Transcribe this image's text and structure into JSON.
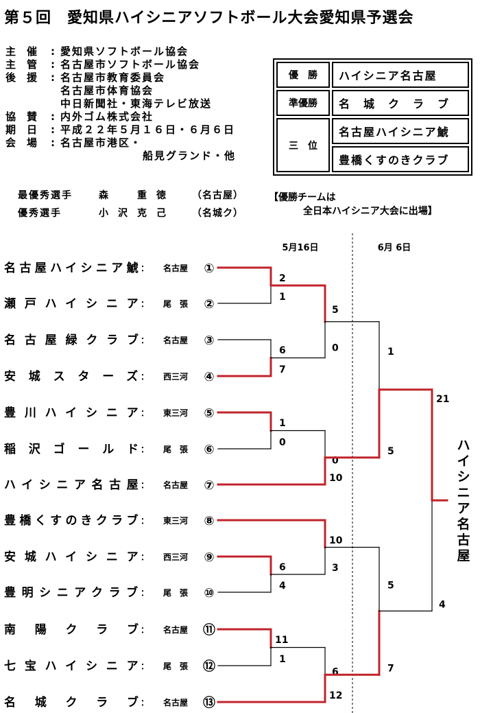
{
  "title": "第５回　愛知県ハイシニアソフトボール大会愛知県予選会",
  "info": {
    "sponsor_label": "主催",
    "sponsor": "愛知県ソフトボール協会",
    "manager_label": "主管",
    "manager": "名古屋市ソフトボール協会",
    "support_label": "後援",
    "support_1": "名古屋市教育委員会",
    "support_2": "名古屋市体育協会",
    "support_3": "中日新聞社・東海テレビ放送",
    "cosponsor_label": "協賛",
    "cosponsor": "内外ゴム株式会社",
    "date_label": "期日",
    "date": "平成２２年５月１６日・６月６日",
    "venue_label": "会場",
    "venue_1": "名古屋市港区・",
    "venue_2": "船見グランド・他"
  },
  "results": {
    "winner_label": "優　勝",
    "winner": "ハイシニア名古屋",
    "runner_label": "準優勝",
    "runner": "名　城　ク　ラ　ブ",
    "third_label": "三　位",
    "third_1": "名古屋ハイシニア鯱",
    "third_2": "豊橋くすのきクラブ"
  },
  "players": {
    "mvp_role": "最優秀選手",
    "mvp_name": "森　重徳",
    "mvp_team": "（名古屋）",
    "excellent_role": "優秀選手",
    "excellent_name": "小沢克己",
    "excellent_team": "（名城ク）"
  },
  "note": {
    "line1": "【優勝チームは",
    "line2": "全日本ハイシニア大会に出場】"
  },
  "bracket": {
    "date_round1": "5月16日",
    "date_round2": "6月 6日",
    "champion": "ハイシニア名古屋",
    "colors": {
      "winner_line": "#c0232a",
      "line": "#000000"
    },
    "teams": [
      {
        "name": "名古屋ハイシニア鯱",
        "region": "名古屋",
        "seed": "①"
      },
      {
        "name": "瀬戸ハイシニア",
        "region": "尾　張",
        "seed": "②"
      },
      {
        "name": "名古屋緑クラブ",
        "region": "名古屋",
        "seed": "③"
      },
      {
        "name": "安城スターズ",
        "region": "西三河",
        "seed": "④"
      },
      {
        "name": "豊川ハイシニア",
        "region": "東三河",
        "seed": "⑤"
      },
      {
        "name": "稲沢ゴールド",
        "region": "尾　張",
        "seed": "⑥"
      },
      {
        "name": "ハイシニア名古屋",
        "region": "名古屋",
        "seed": "⑦"
      },
      {
        "name": "豊橋くすのきクラブ",
        "region": "東三河",
        "seed": "⑧"
      },
      {
        "name": "安城ハイシニア",
        "region": "西三河",
        "seed": "⑨"
      },
      {
        "name": "豊明シニアクラブ",
        "region": "尾　張",
        "seed": "⑩"
      },
      {
        "name": "南陽クラブ",
        "region": "名古屋",
        "seed": "⑪"
      },
      {
        "name": "七宝ハイシニア",
        "region": "尾　張",
        "seed": "⑫"
      },
      {
        "name": "名城クラブ",
        "region": "名古屋",
        "seed": "⑬"
      }
    ],
    "scores": {
      "m1": [
        "2",
        "1"
      ],
      "m2": [
        "6",
        "7"
      ],
      "m3": [
        "1",
        "0"
      ],
      "m4": [
        "6",
        "4"
      ],
      "m5": [
        "11",
        "1"
      ],
      "m6": [
        "5",
        "0"
      ],
      "m7": [
        "0",
        "10"
      ],
      "m8": [
        "10",
        "3"
      ],
      "m9": [
        "6",
        "12"
      ],
      "m10": [
        "1",
        "5"
      ],
      "m11": [
        "5",
        "7"
      ],
      "m12": [
        "21",
        "4"
      ]
    }
  }
}
